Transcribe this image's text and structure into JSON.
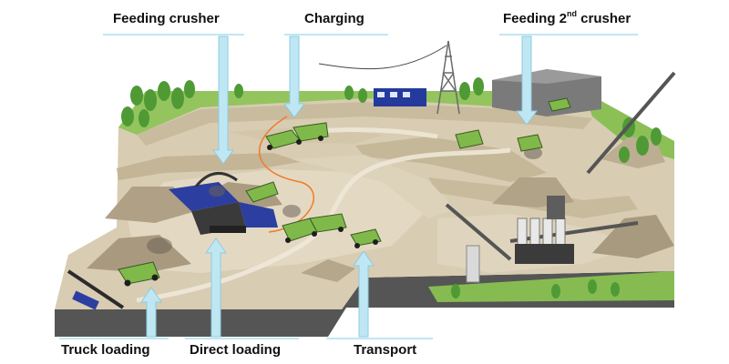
{
  "labels": {
    "feeding_crusher": "Feeding crusher",
    "charging": "Charging",
    "feeding_second_pre": "Feeding 2",
    "feeding_second_sup": "nd",
    "feeding_second_post": " crusher",
    "truck_loading": "Truck loading",
    "direct_loading": "Direct loading",
    "transport": "Transport"
  },
  "colors": {
    "arrow": "#bfe7f3",
    "arrow_stroke": "#9fd4e6",
    "ground": "#d9cdb4",
    "pit_floor": "#e5dcc8",
    "rock_wall": "#cbbfa4",
    "grass": "#8fc25a",
    "dark_base": "#4a4a4a",
    "vehicle": "#7fb94a",
    "crusher": "#2c3fa0",
    "cable": "#f07b2a"
  },
  "icons": [
    "tree-icon",
    "truck-icon",
    "crusher-icon",
    "building-icon",
    "pylon-icon",
    "conveyor-icon",
    "silo-icon"
  ]
}
